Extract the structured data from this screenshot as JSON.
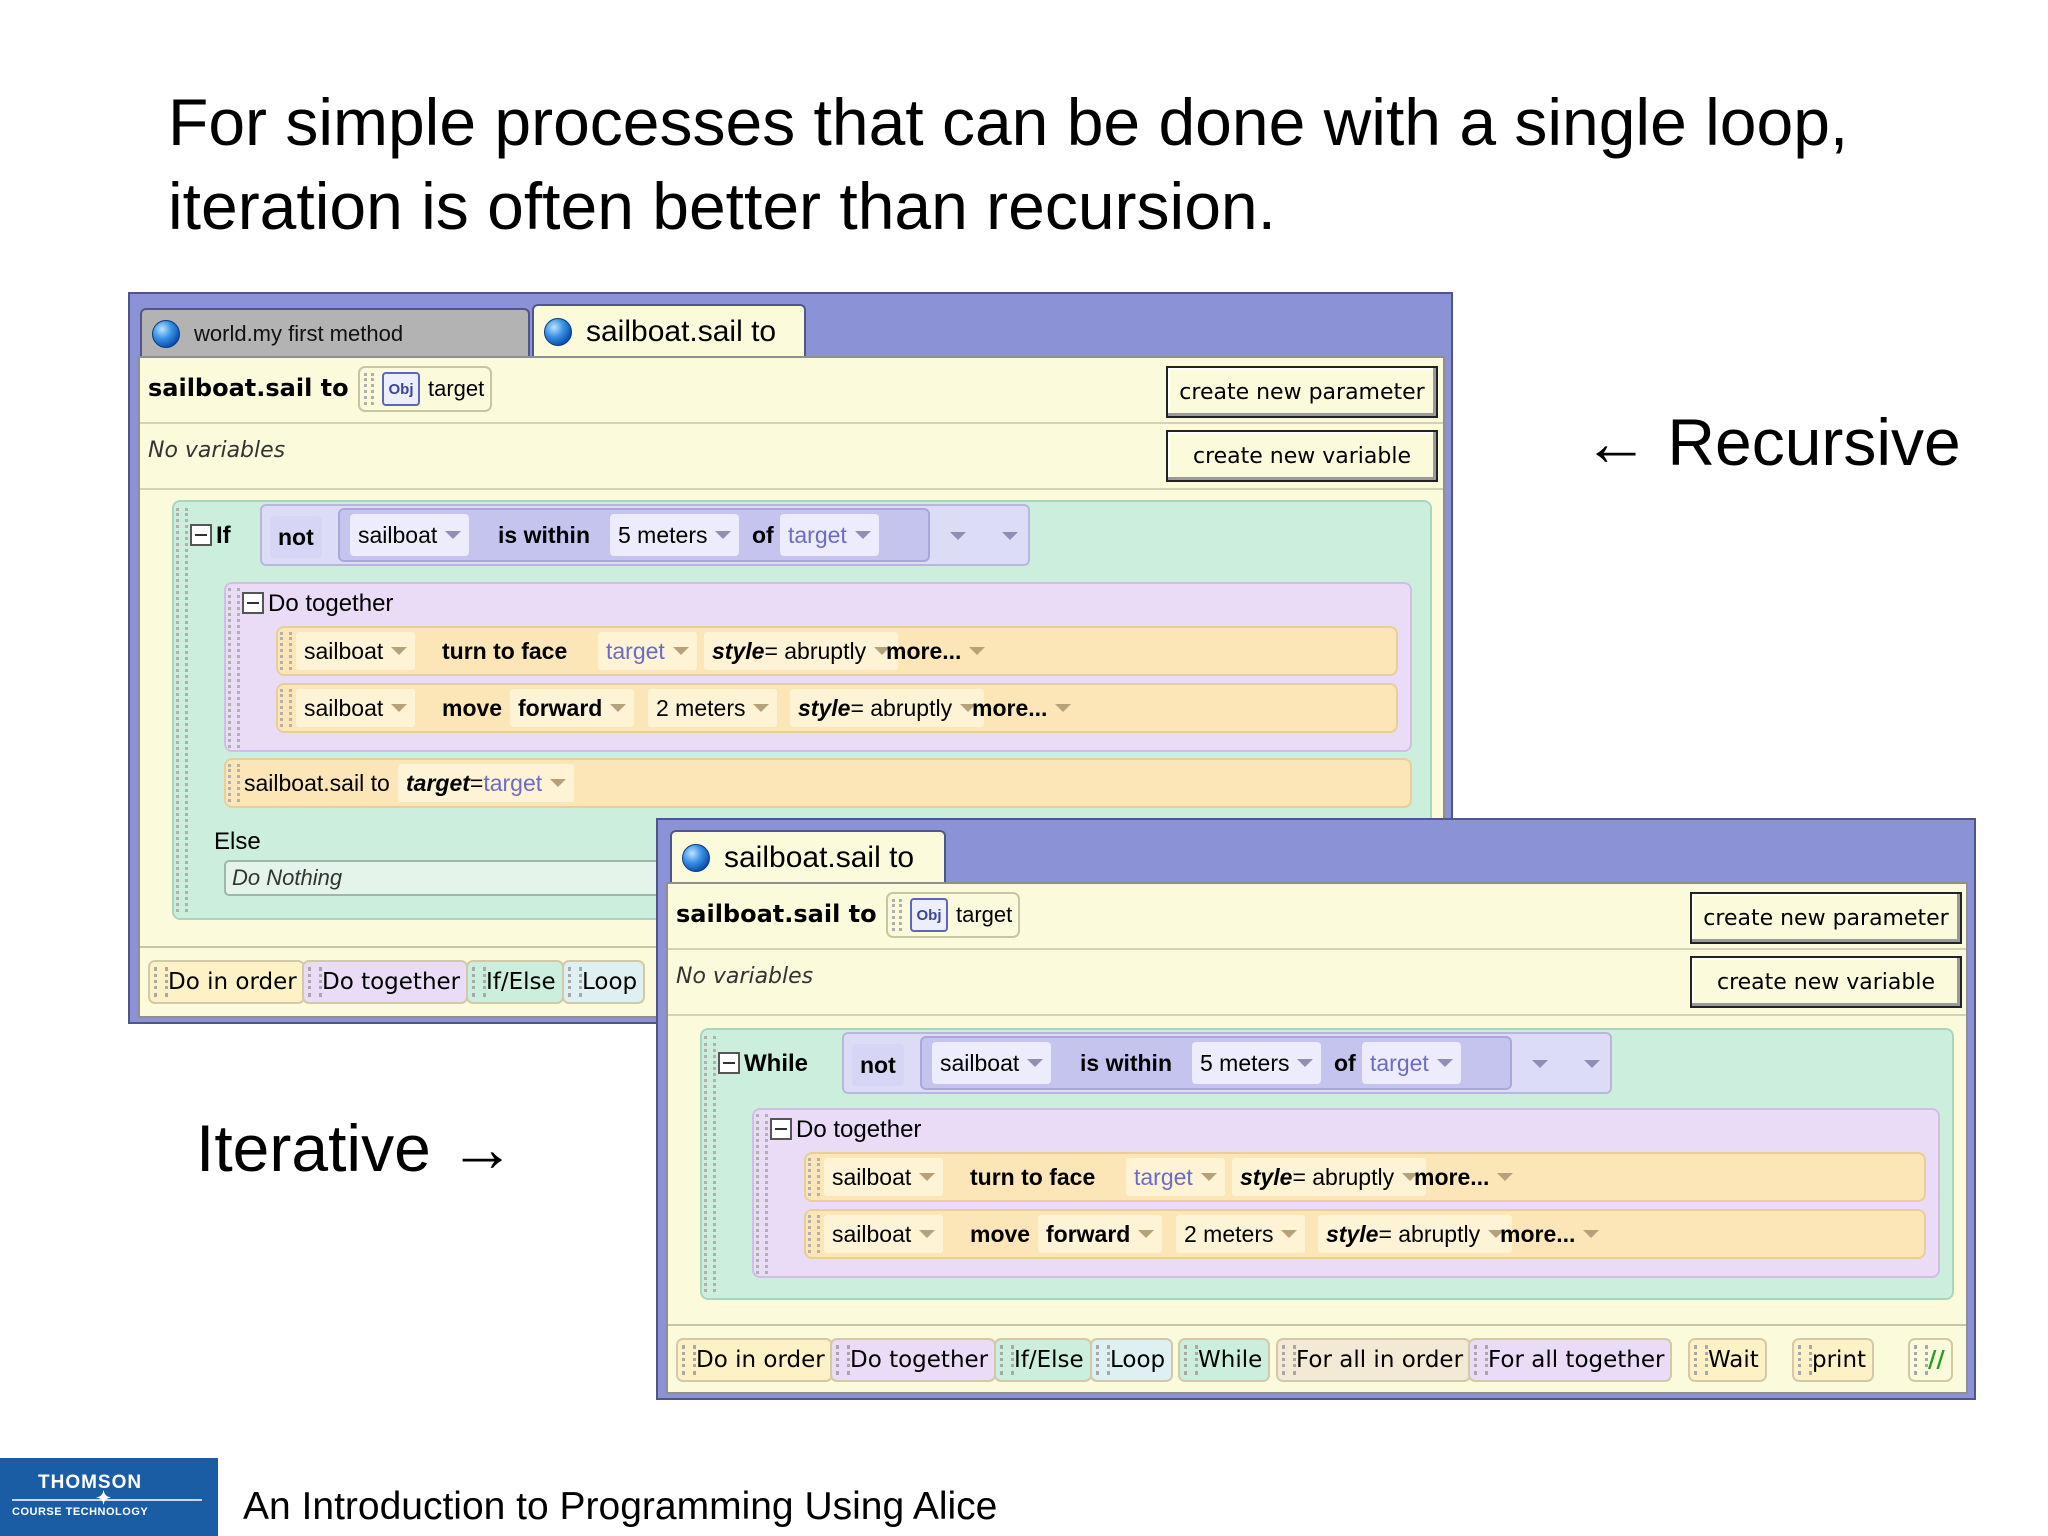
{
  "slide": {
    "title": "For simple processes that can be done with a single loop, iteration is often better than recursion.",
    "recursive_label": "← Recursive",
    "iterative_label": "Iterative →",
    "footer": "An Introduction to Programming Using Alice",
    "logo_line1": "THOMSON",
    "logo_line2": "COURSE TECHNOLOGY"
  },
  "recursive_editor": {
    "tab_inactive": "world.my first method",
    "tab_active": "sailboat.sail to",
    "method_name": "sailboat.sail to",
    "param_icon": "Obj",
    "param_name": "target",
    "create_param_button": "create new parameter",
    "create_var_button": "create new variable",
    "no_variables": "No variables",
    "if_keyword": "If",
    "condition": {
      "not": "not",
      "object": "sailboat",
      "is_within": "is within",
      "distance": "5 meters",
      "of": "of",
      "target": "target"
    },
    "do_together": "Do together",
    "stmt1": {
      "object": "sailboat",
      "action": "turn to face",
      "arg": "target",
      "style_key": "style",
      "style_val": " = abruptly",
      "more": "more..."
    },
    "stmt2": {
      "object": "sailboat",
      "action": "move",
      "direction": "forward",
      "amount": "2 meters",
      "style_key": "style",
      "style_val": " = abruptly",
      "more": "more..."
    },
    "recursive_call": {
      "method": "sailboat.sail to",
      "param_key": "target",
      "param_eq": " = ",
      "param_val": "target"
    },
    "else_keyword": "Else",
    "do_nothing": "Do Nothing",
    "controls": [
      "Do in order",
      "Do together",
      "If/Else",
      "Loop"
    ]
  },
  "iterative_editor": {
    "tab_active": "sailboat.sail to",
    "method_name": "sailboat.sail to",
    "param_icon": "Obj",
    "param_name": "target",
    "create_param_button": "create new parameter",
    "create_var_button": "create new variable",
    "no_variables": "No variables",
    "while_keyword": "While",
    "condition": {
      "not": "not",
      "object": "sailboat",
      "is_within": "is within",
      "distance": "5 meters",
      "of": "of",
      "target": "target"
    },
    "do_together": "Do together",
    "stmt1": {
      "object": "sailboat",
      "action": "turn to face",
      "arg": "target",
      "style_key": "style",
      "style_val": " = abruptly",
      "more": "more..."
    },
    "stmt2": {
      "object": "sailboat",
      "action": "move",
      "direction": "forward",
      "amount": "2 meters",
      "style_key": "style",
      "style_val": " = abruptly",
      "more": "more..."
    },
    "controls": [
      "Do in order",
      "Do together",
      "If/Else",
      "Loop",
      "While",
      "For all in order",
      "For all together",
      "Wait",
      "print",
      "//"
    ]
  },
  "colors": {
    "window_frame": "#8c92d6",
    "pane_background": "#fbfbdc",
    "conditional_block": "#cceedd",
    "do_together_block": "#eadcf6",
    "statement": "#fce5b6",
    "logo_blue": "#1b5da5"
  },
  "icons": [
    "method-ball-icon",
    "object-icon",
    "dropdown-arrow-icon",
    "collapse-minus-icon",
    "drag-grip-icon"
  ]
}
